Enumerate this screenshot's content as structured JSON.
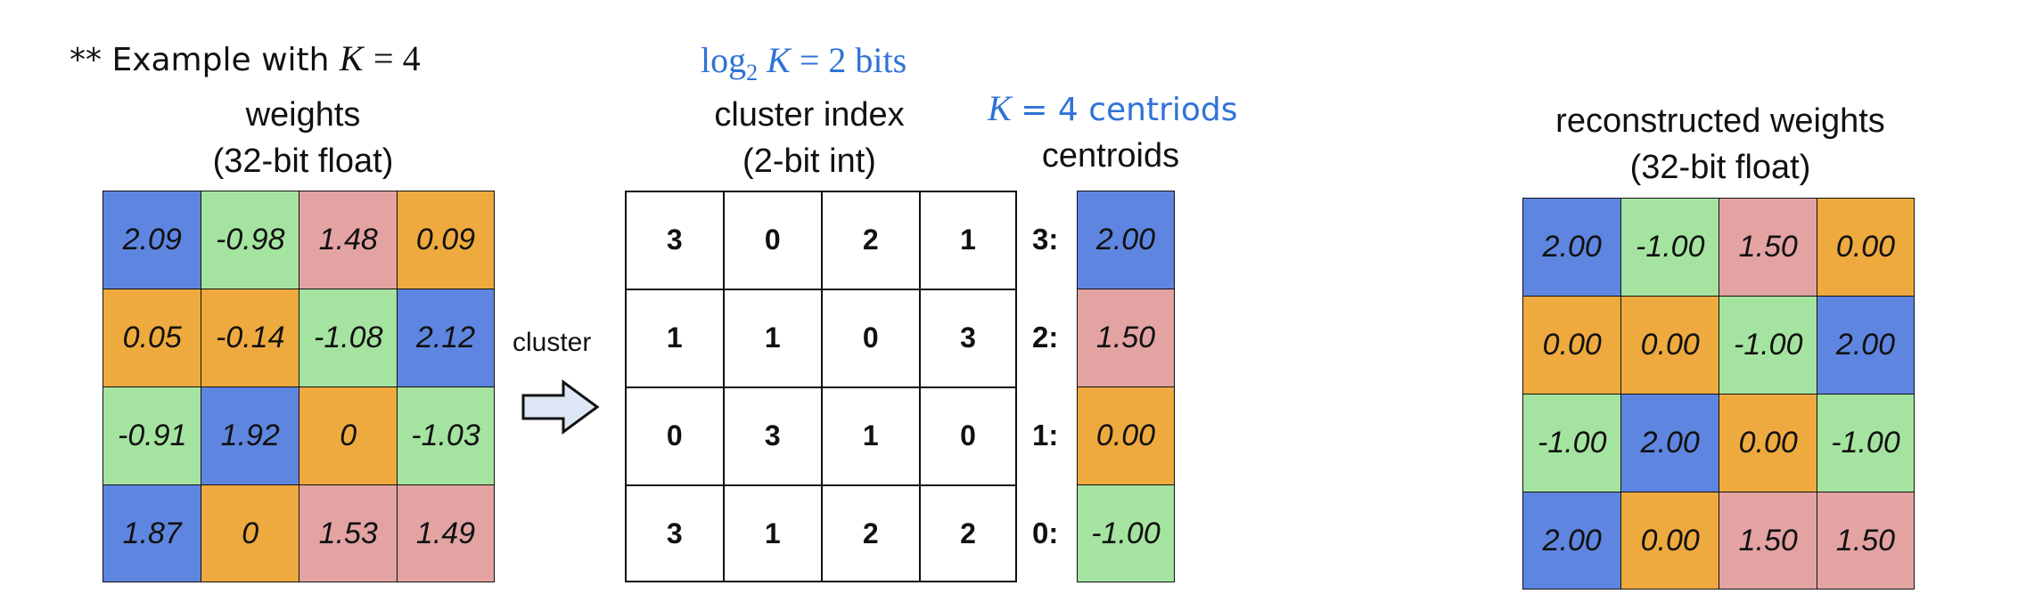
{
  "colors": {
    "blue": "#5e86e0",
    "green": "#a5e4a0",
    "pink": "#e3a3a3",
    "orange": "#eeaa3f",
    "accent_text": "#2f73d6"
  },
  "header": {
    "example_prefix": "** Example with",
    "example_var": "K",
    "example_eq": "= 4"
  },
  "annotations": {
    "bits_log": "log",
    "bits_sub": "2",
    "bits_var": "K",
    "bits_rest": "= 2 bits",
    "centroids_var": "K",
    "centroids_rest": "= 4 centriods"
  },
  "weights": {
    "title": "weights",
    "subtitle": "(32-bit float)",
    "cells": [
      [
        {
          "v": "2.09",
          "c": "blue"
        },
        {
          "v": "-0.98",
          "c": "green"
        },
        {
          "v": "1.48",
          "c": "pink"
        },
        {
          "v": "0.09",
          "c": "orange"
        }
      ],
      [
        {
          "v": "0.05",
          "c": "orange"
        },
        {
          "v": "-0.14",
          "c": "orange"
        },
        {
          "v": "-1.08",
          "c": "green"
        },
        {
          "v": "2.12",
          "c": "blue"
        }
      ],
      [
        {
          "v": "-0.91",
          "c": "green"
        },
        {
          "v": "1.92",
          "c": "blue"
        },
        {
          "v": "0",
          "c": "orange"
        },
        {
          "v": "-1.03",
          "c": "green"
        }
      ],
      [
        {
          "v": "1.87",
          "c": "blue"
        },
        {
          "v": "0",
          "c": "orange"
        },
        {
          "v": "1.53",
          "c": "pink"
        },
        {
          "v": "1.49",
          "c": "pink"
        }
      ]
    ]
  },
  "arrow": {
    "label": "cluster"
  },
  "cluster_index": {
    "title": "cluster index",
    "subtitle": "(2-bit int)",
    "cells": [
      [
        "3",
        "0",
        "2",
        "1"
      ],
      [
        "1",
        "1",
        "0",
        "3"
      ],
      [
        "0",
        "3",
        "1",
        "0"
      ],
      [
        "3",
        "1",
        "2",
        "2"
      ]
    ]
  },
  "centroids": {
    "title": "centroids",
    "rows": [
      {
        "label": "3:",
        "v": "2.00",
        "c": "blue"
      },
      {
        "label": "2:",
        "v": "1.50",
        "c": "pink"
      },
      {
        "label": "1:",
        "v": "0.00",
        "c": "orange"
      },
      {
        "label": "0:",
        "v": "-1.00",
        "c": "green"
      }
    ]
  },
  "reconstructed": {
    "title": "reconstructed weights",
    "subtitle": "(32-bit float)",
    "cells": [
      [
        {
          "v": "2.00",
          "c": "blue"
        },
        {
          "v": "-1.00",
          "c": "green"
        },
        {
          "v": "1.50",
          "c": "pink"
        },
        {
          "v": "0.00",
          "c": "orange"
        }
      ],
      [
        {
          "v": "0.00",
          "c": "orange"
        },
        {
          "v": "0.00",
          "c": "orange"
        },
        {
          "v": "-1.00",
          "c": "green"
        },
        {
          "v": "2.00",
          "c": "blue"
        }
      ],
      [
        {
          "v": "-1.00",
          "c": "green"
        },
        {
          "v": "2.00",
          "c": "blue"
        },
        {
          "v": "0.00",
          "c": "orange"
        },
        {
          "v": "-1.00",
          "c": "green"
        }
      ],
      [
        {
          "v": "2.00",
          "c": "blue"
        },
        {
          "v": "0.00",
          "c": "orange"
        },
        {
          "v": "1.50",
          "c": "pink"
        },
        {
          "v": "1.50",
          "c": "pink"
        }
      ]
    ]
  }
}
